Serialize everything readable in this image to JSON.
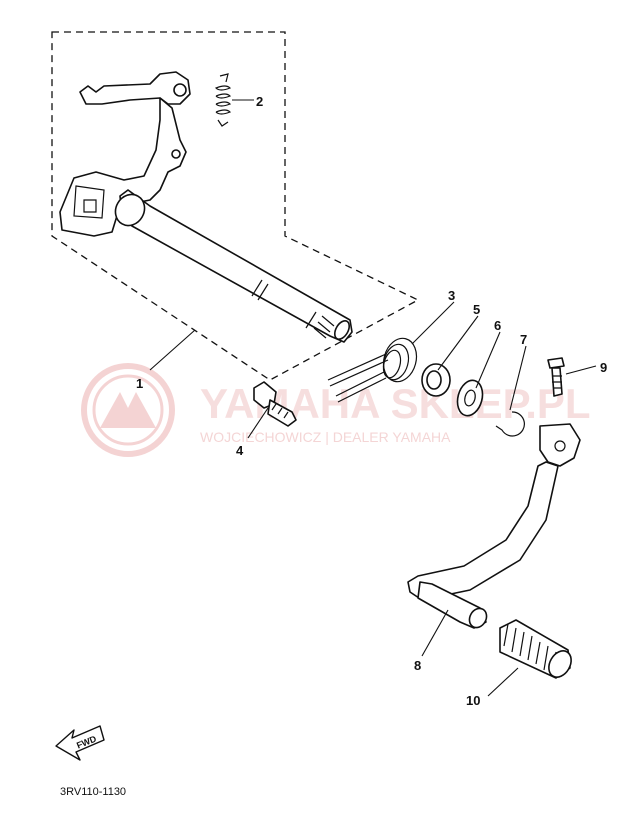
{
  "watermark": {
    "brand": "YAMAHA SKLEP.PL",
    "dealer": "WOJCIECHOWICZ | DEALER YAMAHA"
  },
  "callouts": [
    {
      "id": "1",
      "label": "1"
    },
    {
      "id": "2",
      "label": "2"
    },
    {
      "id": "3",
      "label": "3"
    },
    {
      "id": "4",
      "label": "4"
    },
    {
      "id": "5",
      "label": "5"
    },
    {
      "id": "6",
      "label": "6"
    },
    {
      "id": "7",
      "label": "7"
    },
    {
      "id": "8",
      "label": "8"
    },
    {
      "id": "9",
      "label": "9"
    },
    {
      "id": "10",
      "label": "10"
    }
  ],
  "fwd_label": "FWD",
  "diagram_code": "3RV110-1130"
}
